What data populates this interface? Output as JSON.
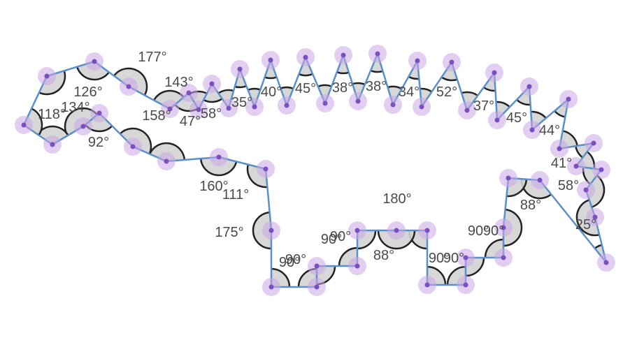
{
  "diagram": {
    "polygon_color": "#5b8fc9",
    "vertex_color": "#7b4fc0",
    "vertex_halo_color": "#c9a6e6",
    "angle_fill": "#d3d3d3",
    "angle_stroke": "#222222",
    "angle_labels": [
      "177°",
      "143°",
      "126°",
      "134°",
      "118°",
      "158°",
      "47°",
      "58°",
      "35°",
      "40°",
      "45°",
      "38°",
      "38°",
      "34°",
      "52°",
      "37°",
      "45°",
      "44°",
      "41°",
      "58°",
      "25°",
      "92°",
      "160°",
      "111°",
      "175°",
      "90°",
      "90°",
      "90°",
      "90°",
      "180°",
      "88°",
      "90°",
      "90°",
      "90°",
      "90°",
      "88°"
    ]
  }
}
